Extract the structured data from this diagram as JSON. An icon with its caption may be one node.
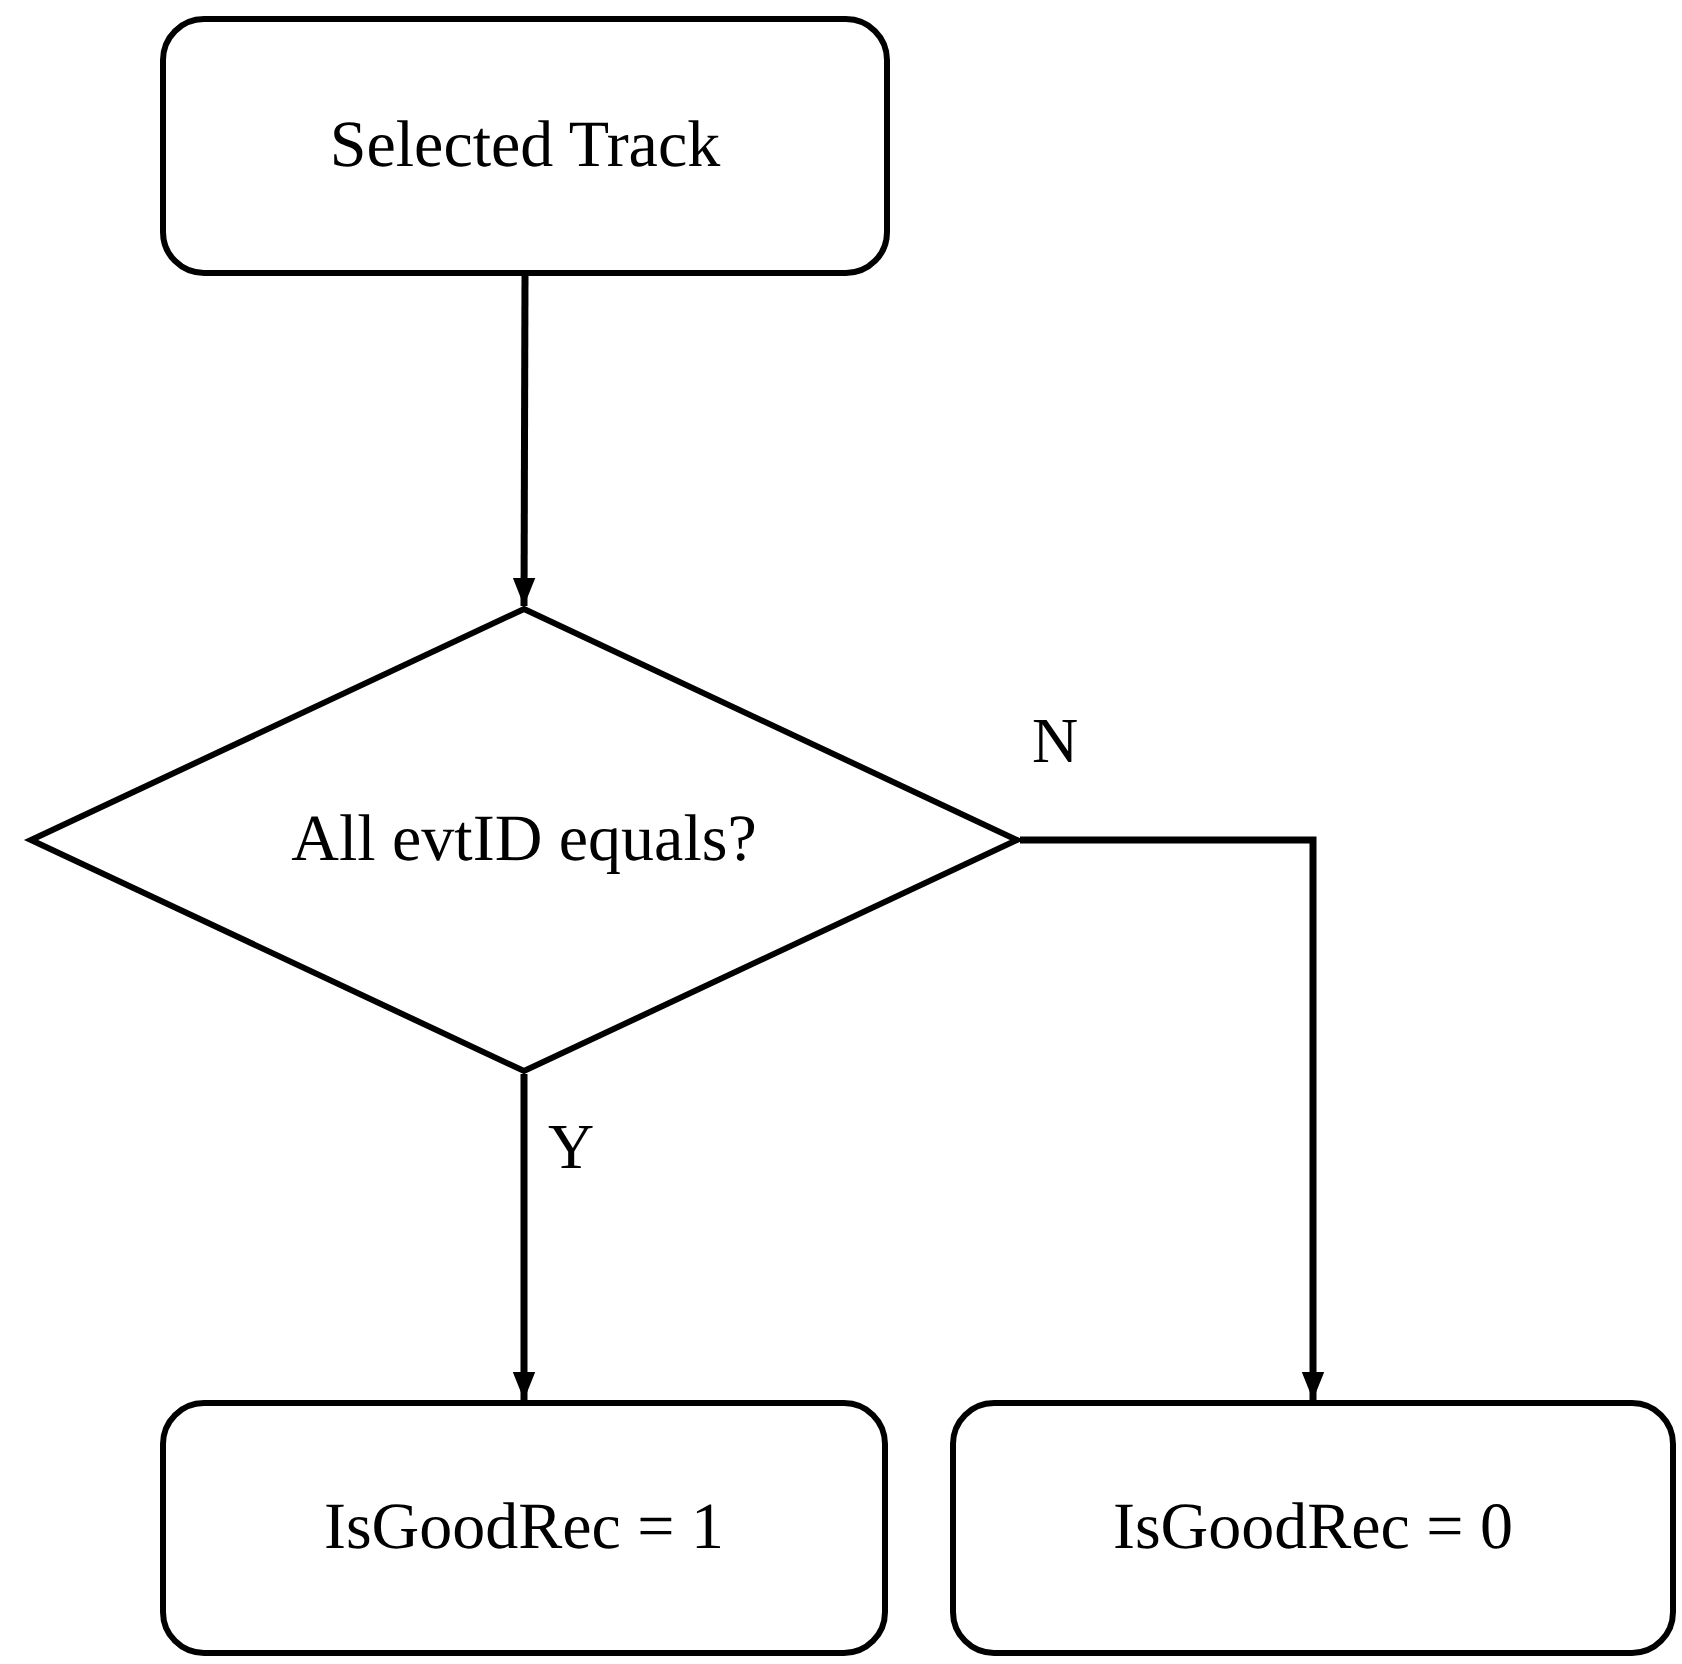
{
  "diagram": {
    "nodes": [
      {
        "text": [
          "Selected Track"
        ]
      },
      {
        "text": [
          "All evtID equals?"
        ]
      },
      {
        "text": [
          "IsGoodRec = 1"
        ]
      },
      {
        "text": [
          "IsGoodRec = 0"
        ]
      }
    ],
    "edges": [
      {
        "from": 0,
        "to": 1,
        "arrow": "to"
      },
      {
        "from": 1,
        "to": 2,
        "arrow": "to",
        "label": "Y"
      },
      {
        "from": 1,
        "to": 3,
        "arrow": "to",
        "label": "N"
      }
    ]
  }
}
